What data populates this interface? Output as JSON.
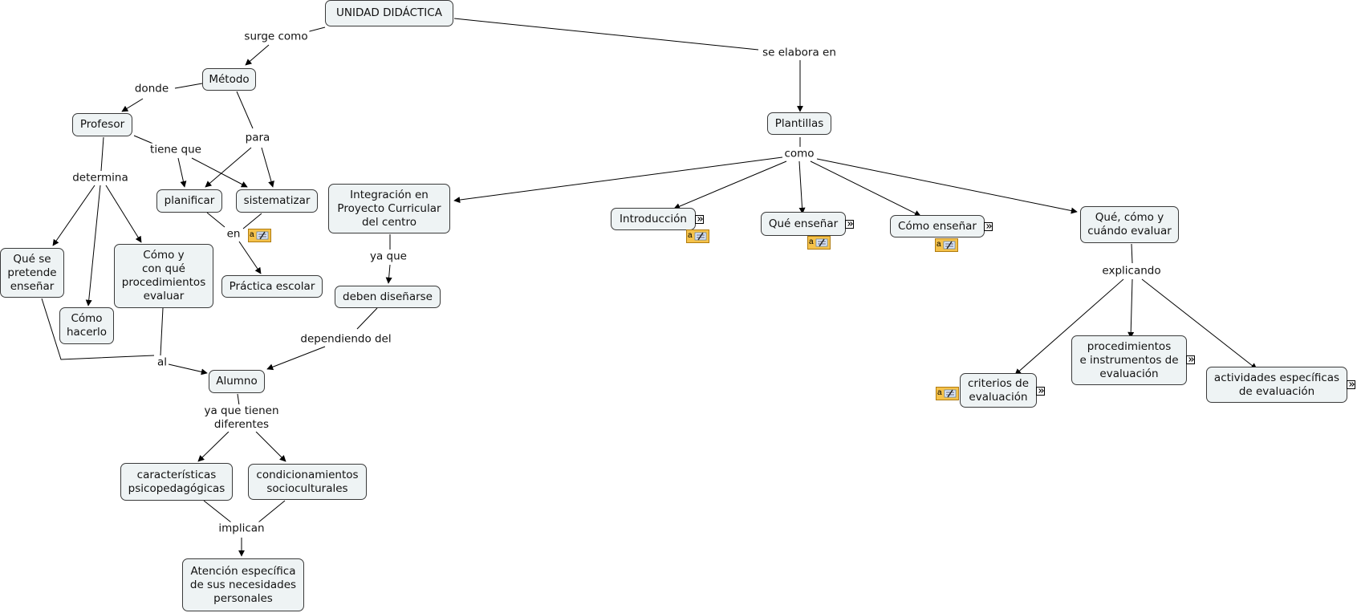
{
  "map": {
    "nodes": [
      {
        "id": "unidad",
        "text": "UNIDAD DIDÁCTICA"
      },
      {
        "id": "metodo",
        "text": "Método"
      },
      {
        "id": "profesor",
        "text": "Profesor"
      },
      {
        "id": "planificar",
        "text": "planificar"
      },
      {
        "id": "sistematizar",
        "text": "sistematizar"
      },
      {
        "id": "quese",
        "text": "Qué se\npretende\nenseñar"
      },
      {
        "id": "comohacerlo",
        "text": "Cómo\nhacerlo"
      },
      {
        "id": "comoyconque",
        "text": "Cómo y\ncon qué\nprocedimientos\nevaluar"
      },
      {
        "id": "practica",
        "text": "Práctica escolar"
      },
      {
        "id": "alumno",
        "text": "Alumno"
      },
      {
        "id": "caracteristicas",
        "text": "características\npsicopedagógicas"
      },
      {
        "id": "condicionamientos",
        "text": "condicionamientos\nsocioculturales"
      },
      {
        "id": "atencion",
        "text": "Atención específica\nde sus necesidades\npersonales"
      },
      {
        "id": "plantillas",
        "text": "Plantillas"
      },
      {
        "id": "integracion",
        "text": "Integración en\nProyecto Curricular\ndel centro"
      },
      {
        "id": "deben",
        "text": "deben diseñarse"
      },
      {
        "id": "introduccion",
        "text": "Introducción"
      },
      {
        "id": "queensenar",
        "text": "Qué enseñar"
      },
      {
        "id": "comoensenar",
        "text": "Cómo enseñar"
      },
      {
        "id": "quecomo",
        "text": "Qué, cómo y\ncuándo evaluar"
      },
      {
        "id": "criterios",
        "text": "criterios de\nevaluación"
      },
      {
        "id": "procedimientos",
        "text": "procedimientos\ne instrumentos de\nevaluación"
      },
      {
        "id": "actividades",
        "text": "actividades específicas\nde evaluación"
      }
    ],
    "links": [
      {
        "id": "surge",
        "text": "surge como"
      },
      {
        "id": "donde",
        "text": "donde"
      },
      {
        "id": "para",
        "text": "para"
      },
      {
        "id": "tieneque",
        "text": "tiene que"
      },
      {
        "id": "determina",
        "text": "determina"
      },
      {
        "id": "en",
        "text": "en"
      },
      {
        "id": "al",
        "text": "al"
      },
      {
        "id": "yaquetienen",
        "text": "ya que tienen\ndiferentes"
      },
      {
        "id": "implican",
        "text": "implican"
      },
      {
        "id": "seelabora",
        "text": "se elabora en"
      },
      {
        "id": "como",
        "text": "como"
      },
      {
        "id": "yaque",
        "text": "ya que"
      },
      {
        "id": "dependiendo",
        "text": "dependiendo del"
      },
      {
        "id": "explicando",
        "text": "explicando"
      }
    ],
    "icons": {
      "note": "annotation-note-icon",
      "resource": "linked-resource-icon"
    },
    "colors": {
      "node_fill": "#eef3f4",
      "node_border": "#3a3a3a",
      "note_fill": "#f5c24a"
    }
  }
}
